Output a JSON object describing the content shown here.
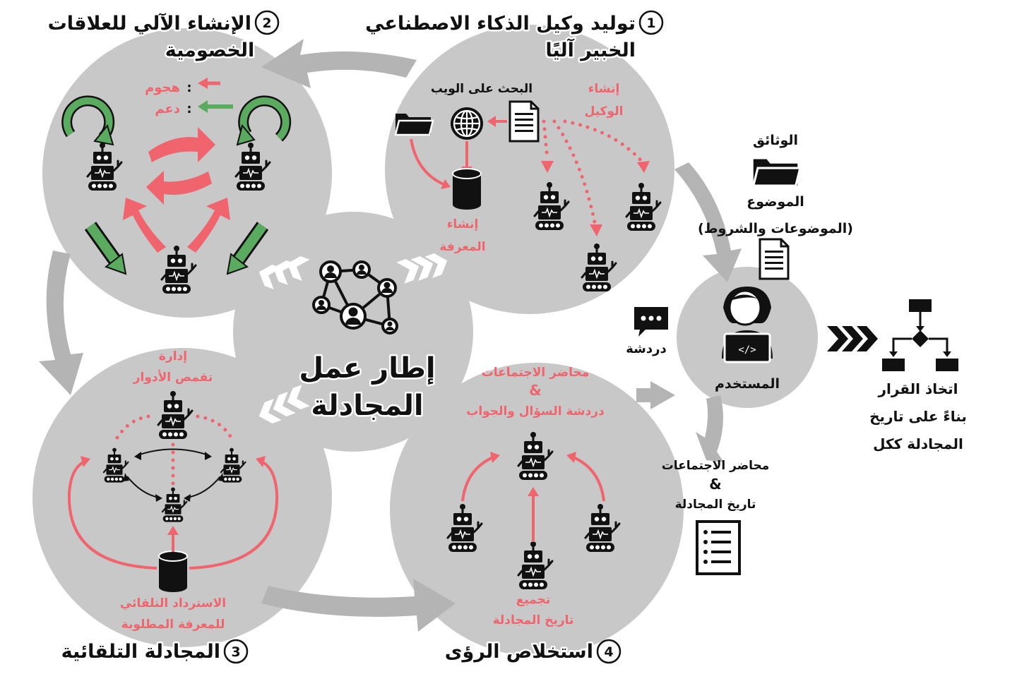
{
  "center": {
    "title_line1": "إطار عمل",
    "title_line2": "المجادلة"
  },
  "stage1": {
    "number": "1",
    "title_line1": "توليد وكيل الذكاء الاصطناعي",
    "title_line2": "الخبير آليًا",
    "web_search": "البحث على الويب",
    "agent_creation_line1": "إنشاء",
    "agent_creation_line2": "الوكيل",
    "knowledge_creation_line1": "إنشاء",
    "knowledge_creation_line2": "المعرفة"
  },
  "stage2": {
    "number": "2",
    "title_line1": "الإنشاء الآلي للعلاقات",
    "title_line2": "الخصومية",
    "legend_attack": "هجوم",
    "legend_support": "دعم",
    "legend_colon": ":"
  },
  "stage3": {
    "number": "3",
    "title": "المجادلة التلقائية",
    "roleplay_line1": "إدارة",
    "roleplay_line2": "تقمص الأدوار",
    "retrieval_line1": "الاسترداد التلقائي",
    "retrieval_line2": "للمعرفة المطلوبة"
  },
  "stage4": {
    "number": "4",
    "title": "استخلاص الرؤى",
    "minutes_line1": "محاضر الاجتماعات",
    "minutes_amp": "&",
    "minutes_line2": "دردشة السؤال والجواب",
    "aggregate_line1": "تجميع",
    "aggregate_line2": "تاريخ المجادلة"
  },
  "user_panel": {
    "documents": "الوثائق",
    "topic": "الموضوع",
    "topic_detail": "(الموضوعات والشروط)",
    "chat": "دردشة",
    "user": "المستخدم",
    "outputs_line1": "محاضر الاجتماعات",
    "outputs_amp": "&",
    "outputs_line2": "تاريخ المجادلة"
  },
  "decision": {
    "line1": "اتخاذ القرار",
    "line2": "بناءً على تاريخ",
    "line3": "المجادلة ككل"
  },
  "colors": {
    "circle_gray": "#c8c8c8",
    "arrow_gray": "#b4b4b4",
    "attack_red": "#f0646e",
    "support_green": "#5aaa5f",
    "ink": "#111111"
  },
  "icons": [
    "robot-icon",
    "folder-icon",
    "globe-icon",
    "document-icon",
    "database-icon",
    "network-icon",
    "chat-bubble-icon",
    "user-laptop-icon",
    "flowchart-icon",
    "checklist-icon",
    "chevron-icon"
  ]
}
